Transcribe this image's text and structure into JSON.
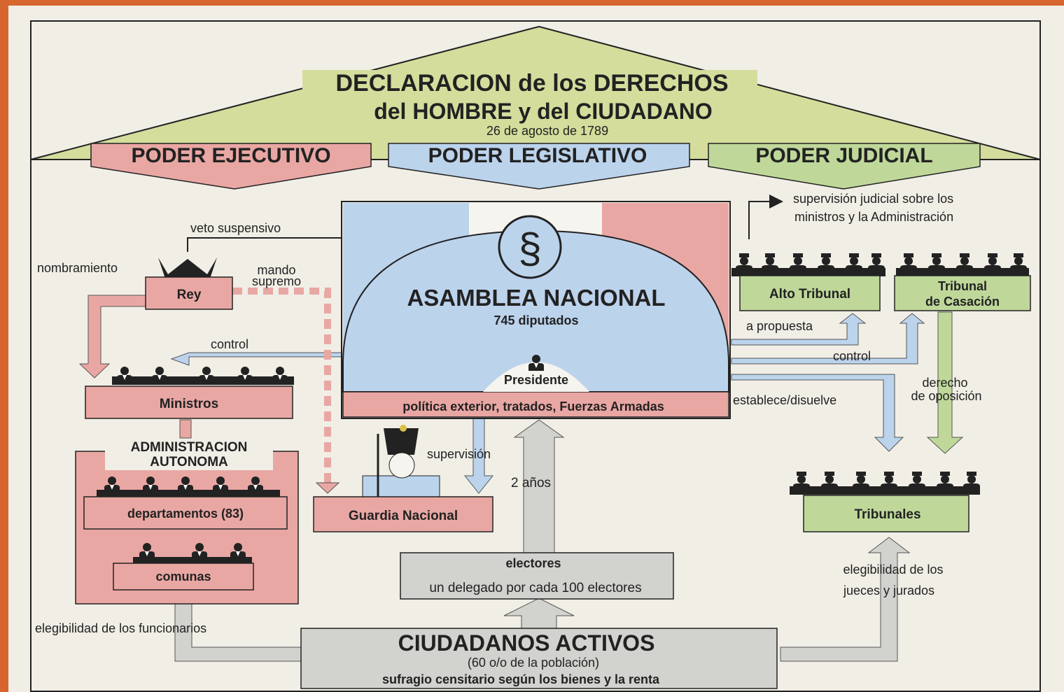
{
  "declaration": {
    "title_line1": "DECLARACION de los DERECHOS",
    "title_line2": "del HOMBRE y del CIUDADANO",
    "date": "26 de agosto de 1789"
  },
  "powers": {
    "executive": "PODER EJECUTIVO",
    "legislative": "PODER LEGISLATIVO",
    "judicial": "PODER JUDICIAL"
  },
  "assembly": {
    "symbol": "§",
    "name": "ASAMBLEA NACIONAL",
    "deputies": "745 diputados",
    "president": "Presidente",
    "foreign_policy": "política exterior, tratados, Fuerzas Armadas"
  },
  "executive": {
    "king": "Rey",
    "ministers": "Ministros",
    "admin_line1": "ADMINISTRACION",
    "admin_line2": "AUTONOMA",
    "departments": "departamentos (83)",
    "communes": "comunas",
    "national_guard": "Guardia Nacional"
  },
  "judicial": {
    "high_court": "Alto Tribunal",
    "cassation_line1": "Tribunal",
    "cassation_line2": "de Casación",
    "tribunals": "Tribunales"
  },
  "electorate": {
    "electors": "electores",
    "delegate": "un delegado por cada 100 electores",
    "citizens": "CIUDADANOS ACTIVOS",
    "population": "(60 o/o de la población)",
    "suffrage": "sufragio censitario según los bienes y la renta"
  },
  "arrows": {
    "veto": "veto suspensivo",
    "appointment": "nombramiento",
    "supreme_command_1": "mando",
    "supreme_command_2": "supremo",
    "control_ministers": "control",
    "judicial_supervision_1": "supervisión judicial sobre los",
    "judicial_supervision_2": "ministros y la Administración",
    "proposal": "a propuesta",
    "control_courts": "control",
    "establishes": "establece/disuelve",
    "opposition_1": "derecho",
    "opposition_2": "de oposición",
    "supervision": "supervisión",
    "term": "2 años",
    "officials_eligibility": "elegibilidad de los funcionarios",
    "judges_eligibility_1": "elegibilidad de los",
    "judges_eligibility_2": "jueces y jurados"
  },
  "colors": {
    "pink": "#e9a7a3",
    "blue": "#bcd3ec",
    "green": "#bfd89a",
    "gray": "#d2d2ce",
    "red": "#e85a45",
    "frame": "#d6652e"
  }
}
